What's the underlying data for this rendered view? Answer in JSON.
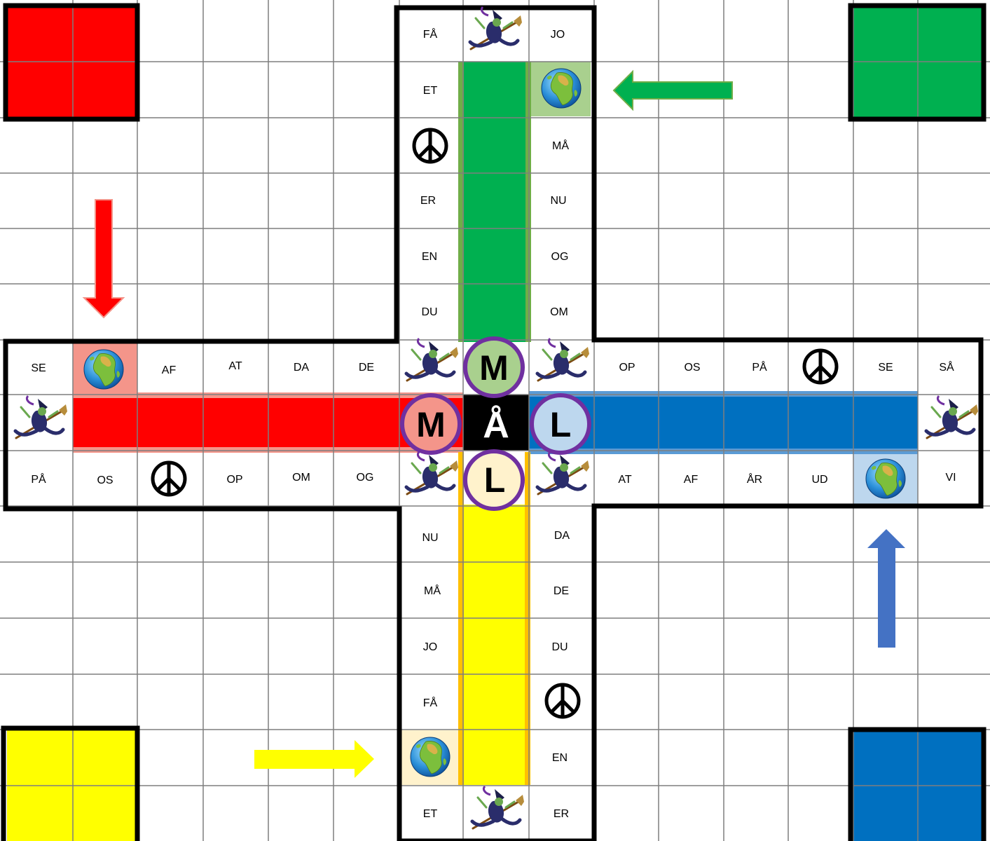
{
  "colors": {
    "red": "#ff0000",
    "red_light": "#f4958a",
    "green": "#00b050",
    "green_light": "#a9d08e",
    "green_border": "#70ad47",
    "blue": "#0070c0",
    "blue_light": "#bdd7ee",
    "blue_border": "#5b9bd5",
    "blue_arrow": "#4472c4",
    "yellow": "#ffff00",
    "yellow_light": "#fff2cc",
    "yellow_border": "#ffc000",
    "grid": "#7f7f7f",
    "outline": "#000000",
    "center": "#000000",
    "ring": "#7030a0"
  },
  "center": {
    "label": "Å",
    "top_letter": "M",
    "left_letter": "M",
    "right_letter": "L",
    "bottom_letter": "L"
  },
  "icons": {
    "witch": "witch-on-broom-icon",
    "globe": "globe-icon",
    "peace": "peace-symbol-icon"
  },
  "tracks": {
    "top_left": [
      "FÅ",
      "ET",
      "",
      "ER",
      "EN",
      "DU"
    ],
    "top_right": [
      "JO",
      "",
      "MÅ",
      "NU",
      "OG",
      "OM"
    ],
    "left_top": [
      "SE",
      "",
      "AF",
      "AT",
      "DA",
      "DE"
    ],
    "left_bottom": [
      "PÅ",
      "OS",
      "",
      "OP",
      "OM",
      "OG"
    ],
    "right_top": [
      "OP",
      "OS",
      "PÅ",
      "",
      "SE",
      "SÅ"
    ],
    "right_bottom": [
      "AT",
      "AF",
      "ÅR",
      "UD",
      "",
      "VI"
    ],
    "bottom_left": [
      "NU",
      "MÅ",
      "JO",
      "FÅ",
      "",
      "ET"
    ],
    "bottom_right": [
      "DA",
      "DE",
      "DU",
      "",
      "EN",
      "ER"
    ]
  }
}
